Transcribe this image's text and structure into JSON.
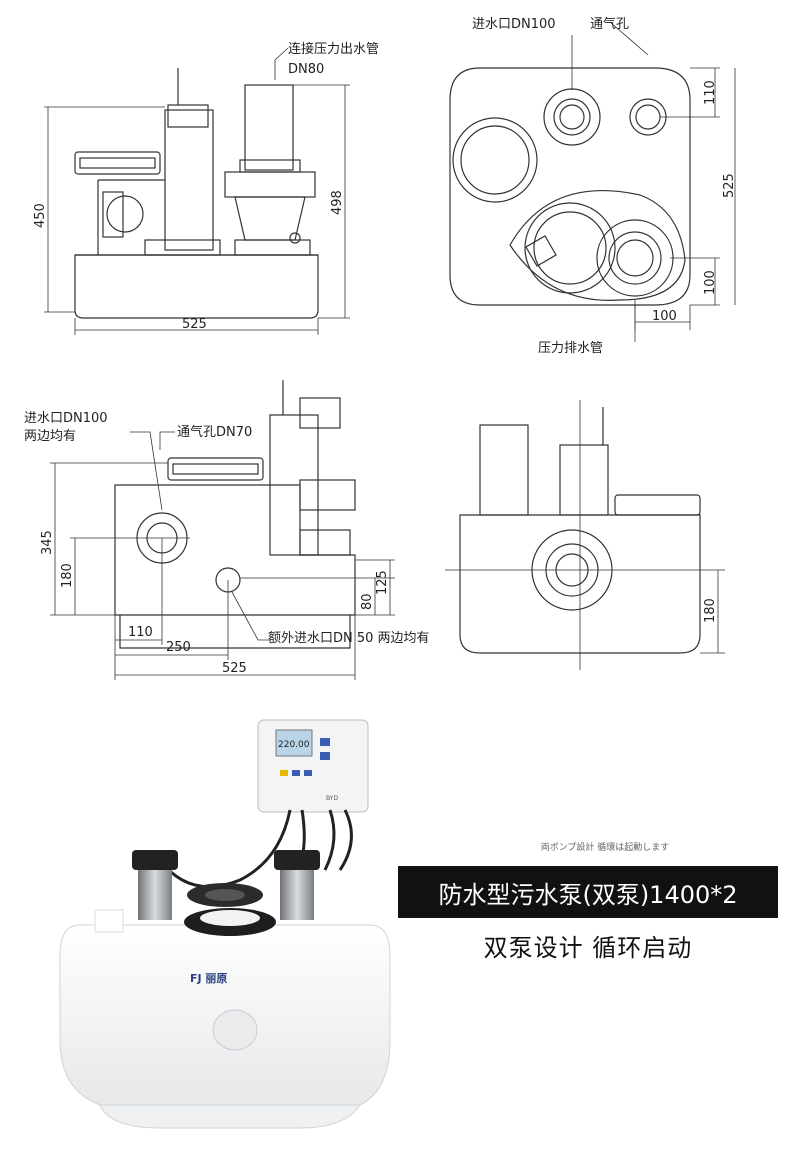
{
  "drawings": {
    "front_view": {
      "outlet_label_line1": "连接压力出水管",
      "outlet_label_line2": "DN80",
      "height_left": "450",
      "height_right": "498",
      "width_bottom": "525"
    },
    "top_view": {
      "inlet_label": "进水口DN100",
      "vent_label": "通气孔",
      "dim_top_right": "110",
      "dim_right": "525",
      "dim_lower_right": "100",
      "dim_bottom": "100",
      "discharge_label": "压力排水管"
    },
    "side_view": {
      "inlet_label_line1": "进水口DN100",
      "inlet_label_line2": "两边均有",
      "vent_label": "通气孔DN70",
      "dim_345": "345",
      "dim_180": "180",
      "dim_110": "110",
      "dim_250": "250",
      "dim_525": "525",
      "dim_80": "80",
      "dim_125": "125",
      "extra_inlet_label": "额外进水口DN 50 两边均有"
    },
    "end_view": {
      "dim_180": "180"
    }
  },
  "product": {
    "brand_text": "FJ 丽原",
    "controller_display": "220.00",
    "controller_label": "BYD",
    "small_note": "両ポンプ設計 循環は起動します",
    "title": "防水型污水泵(双泵)1400*2",
    "subtitle": "双泵设计  循环启动"
  }
}
